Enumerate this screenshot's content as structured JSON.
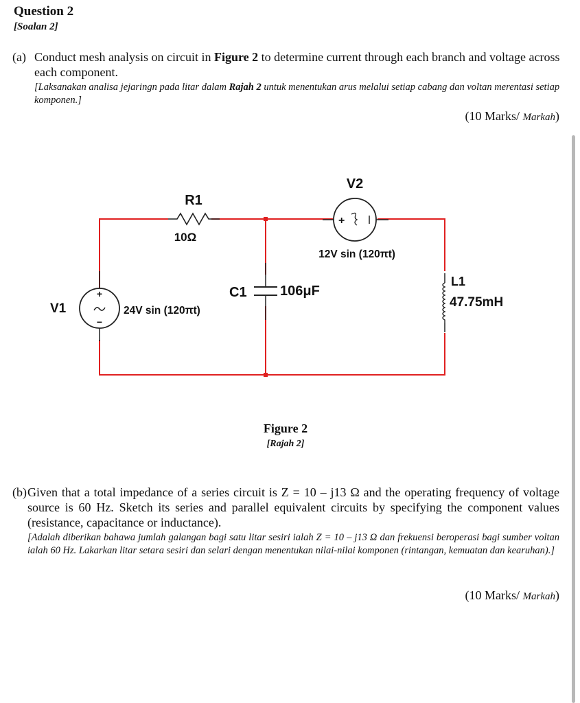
{
  "question": {
    "title": "Question 2",
    "subtitle": "[Soalan 2]"
  },
  "part_a": {
    "label": "(a)",
    "text_pre": "Conduct mesh analysis on circuit in ",
    "text_bold": "Figure 2",
    "text_post": " to determine current through each branch and voltage across each component.",
    "translation_pre": "[Laksanakan analisa jejaringn pada litar dalam ",
    "translation_bold": "Rajah 2",
    "translation_post": " untuk menentukan arus melalui setiap cabang dan voltan merentasi setiap komponen.]",
    "marks_main": "(10 Marks/ ",
    "marks_italic": "Markah",
    "marks_end": ")"
  },
  "circuit": {
    "r1_name": "R1",
    "r1_value": "10Ω",
    "v2_name": "V2",
    "v2_value": "12V sin (120πt)",
    "c1_name": "C1",
    "c1_value": "106μF",
    "l1_name": "L1",
    "l1_value": "47.75mH",
    "v1_name": "V1",
    "v1_value": "24V sin (120πt)",
    "plus": "+",
    "minus": "−",
    "wire_color": "#e02020"
  },
  "figure": {
    "caption": "Figure 2",
    "caption_sub": "[Rajah 2]"
  },
  "part_b": {
    "label": "(b)",
    "text": "Given that a total impedance of a series circuit is Z = 10 – j13 Ω and the operating frequency of voltage source is 60 Hz. Sketch its series and parallel equivalent circuits by specifying the component values (resistance, capacitance or inductance).",
    "translation": "[Adalah diberikan bahawa jumlah galangan bagi satu litar sesiri ialah Z = 10 – j13 Ω dan frekuensi beroperasi bagi sumber voltan ialah 60 Hz. Lakarkan litar setara sesiri dan selari dengan menentukan  nilai-nilai komponen (rintangan, kemuatan dan kearuhan).]",
    "marks_main": "(10 Marks/ ",
    "marks_italic": "Markah",
    "marks_end": ")"
  }
}
